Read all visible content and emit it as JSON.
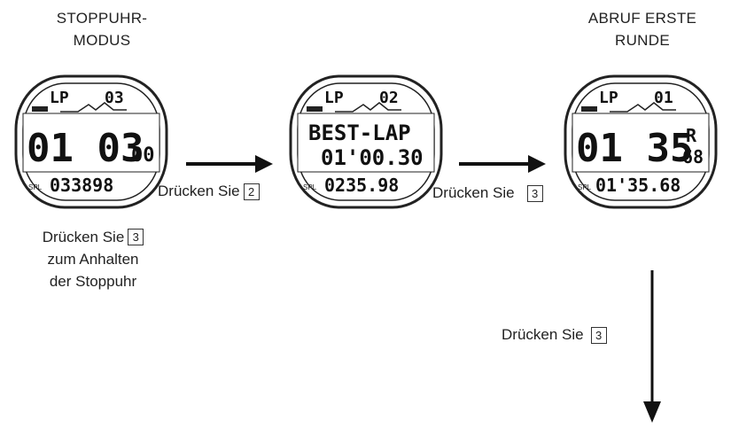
{
  "captions": {
    "watch1": [
      "STOPPUHR-",
      "MODUS"
    ],
    "watch3": [
      "ABRUF ERSTE",
      "RUNDE"
    ]
  },
  "watches": [
    {
      "lp": "LP",
      "num": "03",
      "main": "01 03",
      "small": "00",
      "sub": "",
      "bottom": "033898"
    },
    {
      "lp": "LP",
      "num": "02",
      "main": "BEST-LAP",
      "small": "",
      "sub": "01'00.30",
      "bottom": "0235.98"
    },
    {
      "lp": "LP",
      "num": "01",
      "main": "01 35",
      "small": "68",
      "sub": "R",
      "bottom": "01'35.68"
    }
  ],
  "steps": {
    "press1": {
      "text": "Drücken Sie",
      "key": "2"
    },
    "press2": {
      "text": "Drücken Sie",
      "key": "3"
    },
    "press3": {
      "text": "Drücken Sie",
      "key": "3"
    }
  },
  "note": {
    "text": "Drücken Sie",
    "key": "3",
    "line2": "zum Anhalten",
    "line3": "der Stoppuhr"
  }
}
